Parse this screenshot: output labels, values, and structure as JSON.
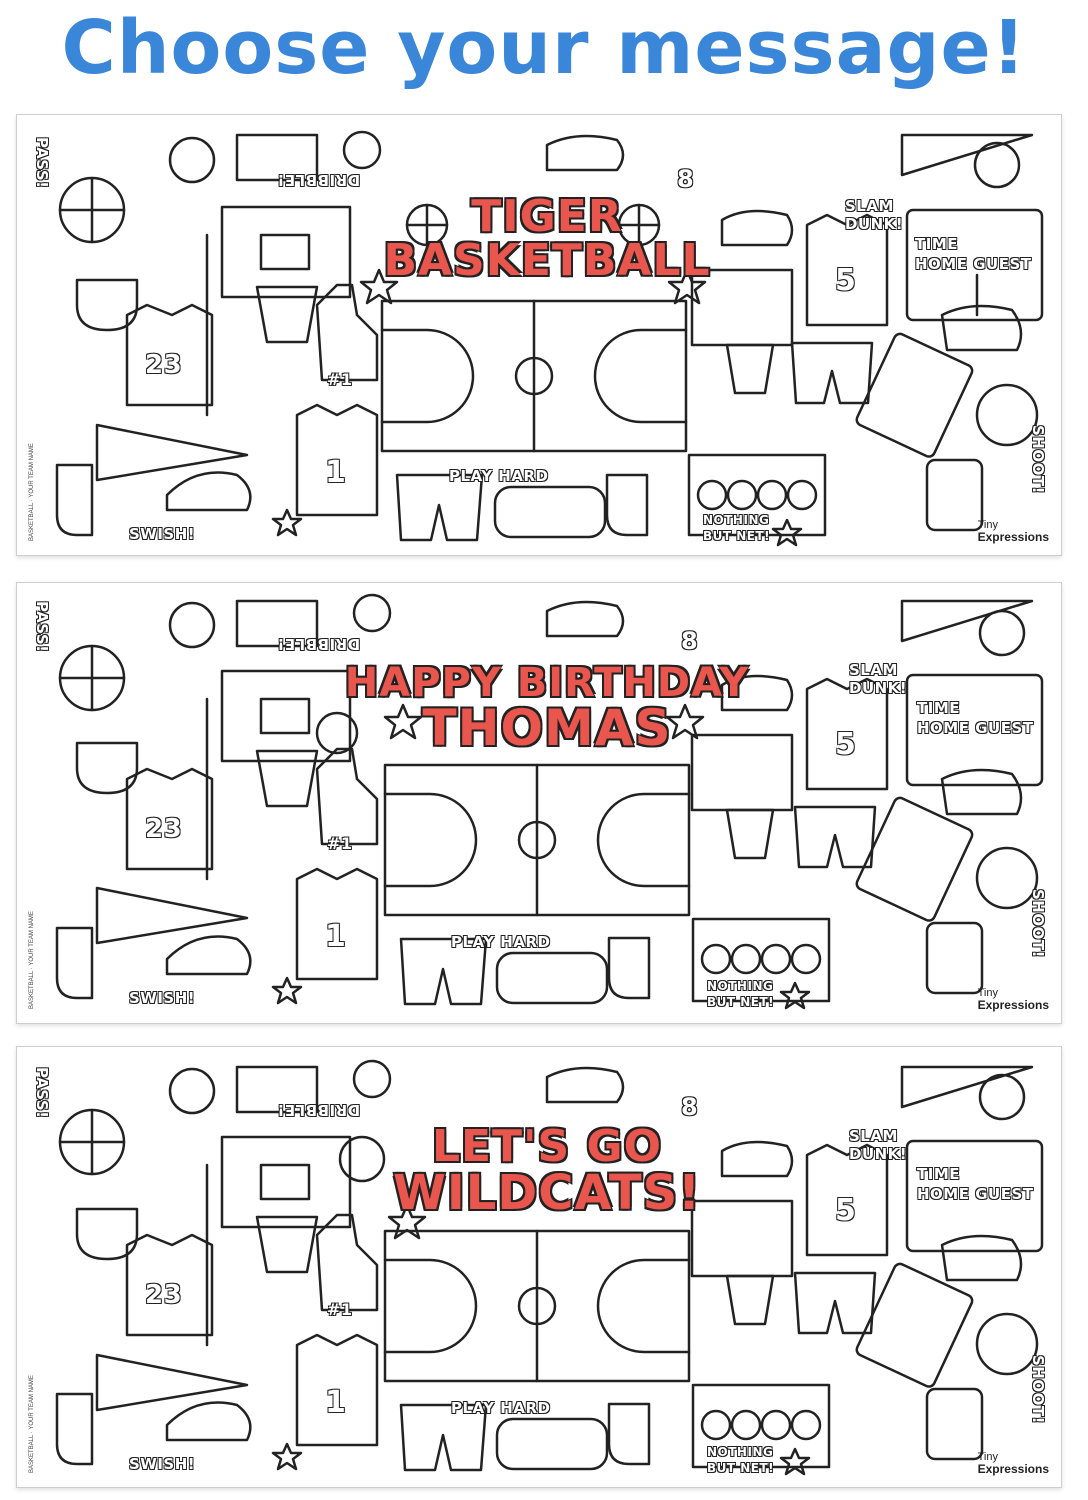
{
  "headline": "Choose your message!",
  "posters": [
    {
      "message_lines": [
        "TIGER",
        "BASKETBALL"
      ],
      "sizes": [
        44,
        44
      ]
    },
    {
      "message_lines": [
        "HAPPY BIRTHDAY",
        "THOMAS"
      ],
      "sizes": [
        40,
        50
      ]
    },
    {
      "message_lines": [
        "LET'S GO",
        "WILDCATS!"
      ],
      "sizes": [
        44,
        48
      ]
    }
  ],
  "labels": {
    "pass": "PASS!",
    "dribble": "DRIBBLE!",
    "slam": "SLAM",
    "dunk": "DUNK!",
    "time": "TIME",
    "home_guest": "HOME GUEST",
    "shoot": "SHOOT!",
    "play_hard": "PLAY HARD",
    "nothing": "NOTHING",
    "but_net": "BUT NET!",
    "swish": "SWISH!",
    "num23": "23",
    "num1": "1",
    "num5": "5",
    "num8": "8",
    "num_one": "#1",
    "credit": "BASKETBALL · YOUR TEAM NAME"
  },
  "brand": {
    "line1": "Tiny",
    "line2": "Expressions"
  },
  "colors": {
    "headline": "#3a86d8",
    "message": "#e8564e",
    "line": "#222222"
  }
}
